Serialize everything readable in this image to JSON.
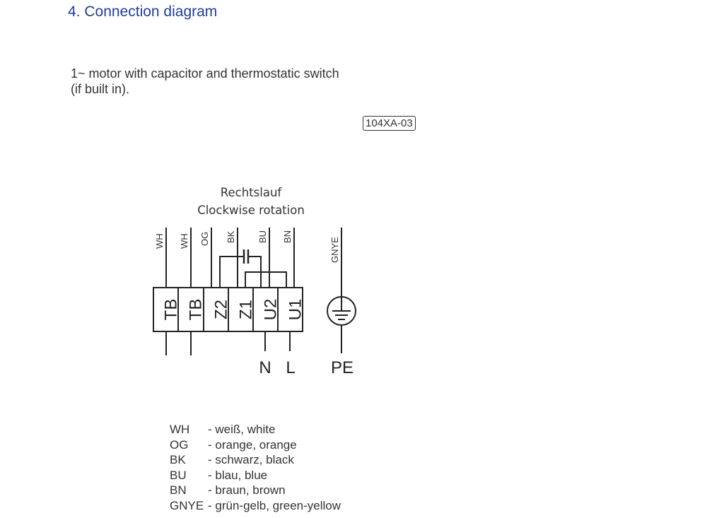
{
  "heading": "4.  Connection diagram",
  "description": {
    "line1": "1~ motor with capacitor and thermostatic switch",
    "line2": "(if built in)."
  },
  "part_code": "104XA-03",
  "diagram": {
    "title_de": "Rechtslauf",
    "title_en": "Clockwise rotation",
    "wires": [
      "WH",
      "WH",
      "OG",
      "BK",
      "BU",
      "BN"
    ],
    "terminals": [
      "TB",
      "TB",
      "Z2",
      "Z1",
      "U2",
      "U1"
    ],
    "earth_wire": "GNYE",
    "supply": {
      "n": "N",
      "l": "L",
      "pe": "PE"
    }
  },
  "legend": [
    {
      "code": "WH",
      "desc": "- weiß, white"
    },
    {
      "code": "OG",
      "desc": "- orange, orange"
    },
    {
      "code": "BK",
      "desc": "- schwarz, black"
    },
    {
      "code": "BU",
      "desc": "- blau, blue"
    },
    {
      "code": "BN",
      "desc": "- braun, brown"
    },
    {
      "code": "GNYE",
      "desc": "- grün-gelb, green-yellow"
    }
  ]
}
